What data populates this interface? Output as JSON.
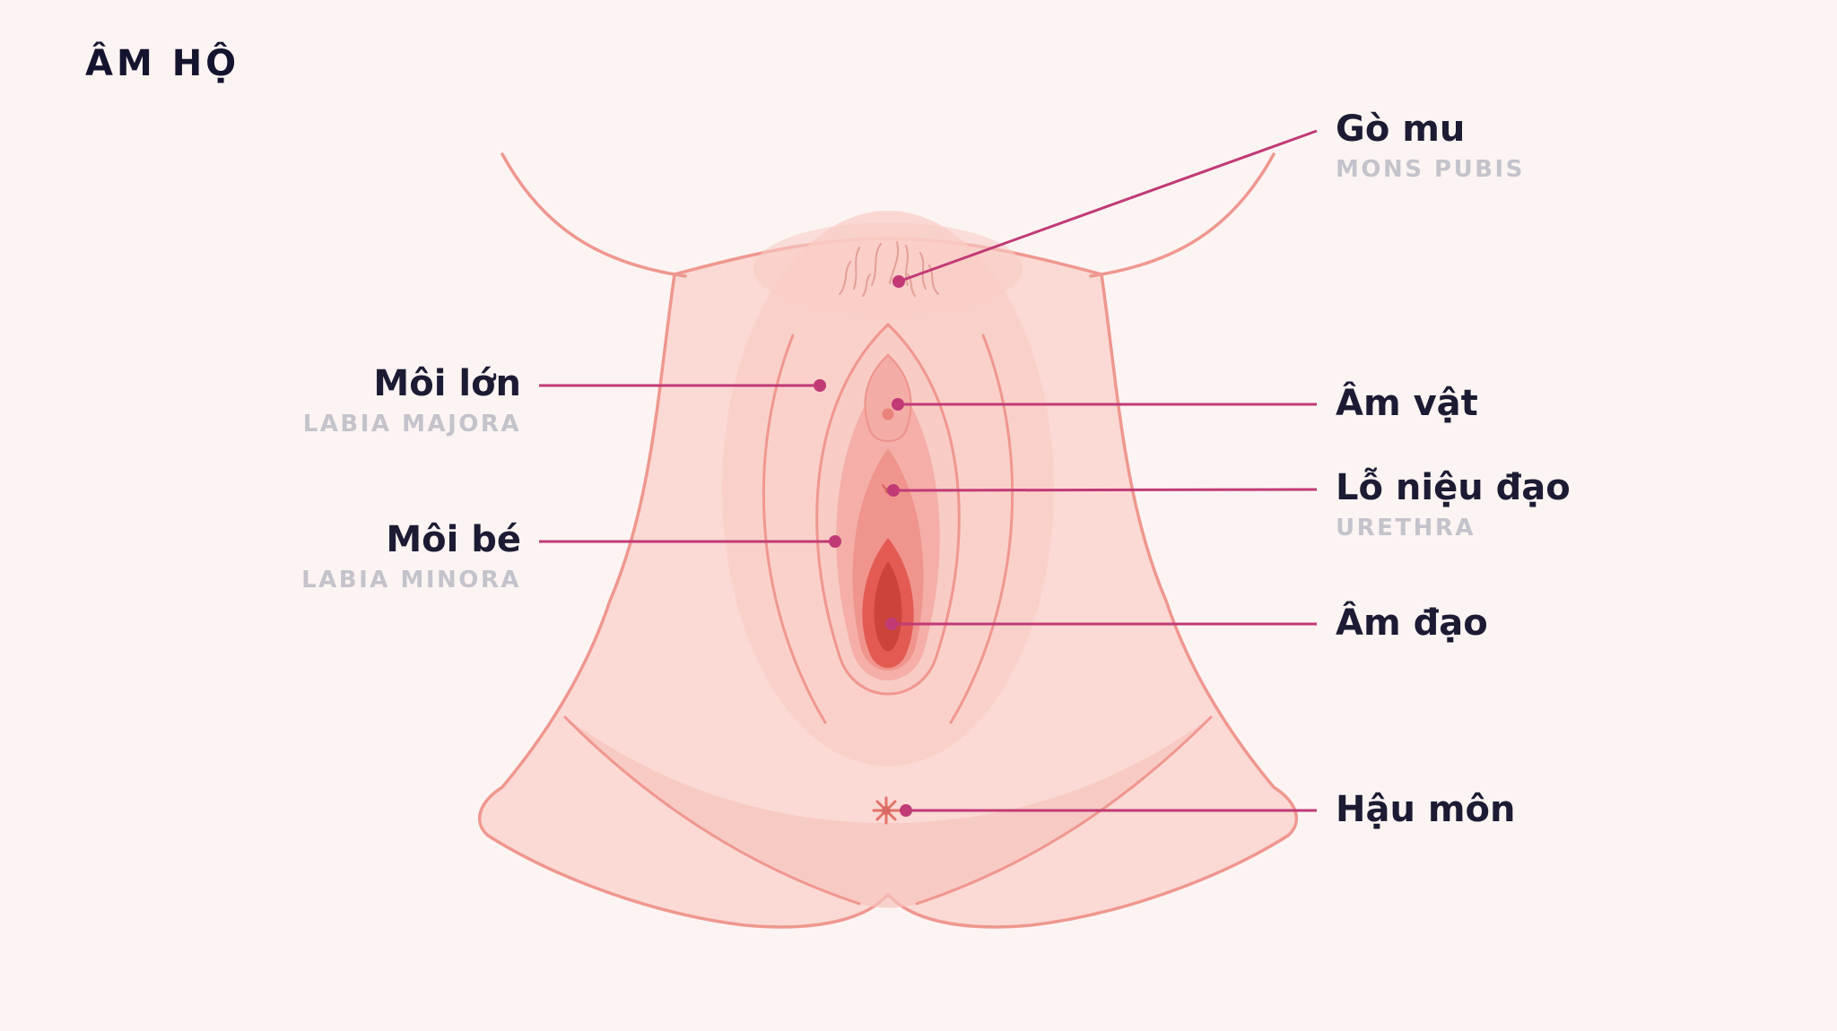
{
  "title": "ÂM HỘ",
  "palette": {
    "background": "#FCF4F3",
    "body_fill": "#FBD9D4",
    "body_outline": "#EF978F",
    "shade": "#F7C3BD",
    "almond_fill": "#F8CCC5",
    "minora_fill": "#F5AFA8",
    "vestibule_fill": "#EF958D",
    "vagina_fill": "#E25A52",
    "vagina_inner": "#CC433C",
    "leader": "#C13A76",
    "label_text": "#1C1B33",
    "sublabel_text": "#C4C3CB"
  },
  "labels": [
    {
      "vi": "Gò mu",
      "en": "MONS PUBIS"
    },
    {
      "vi": "Môi lớn",
      "en": "LABIA MAJORA"
    },
    {
      "vi": "Âm vật"
    },
    {
      "vi": "Lỗ niệu đạo",
      "en": "URETHRA"
    },
    {
      "vi": "Môi bé",
      "en": "LABIA MINORA"
    },
    {
      "vi": "Âm đạo"
    },
    {
      "vi": "Hậu môn"
    }
  ]
}
